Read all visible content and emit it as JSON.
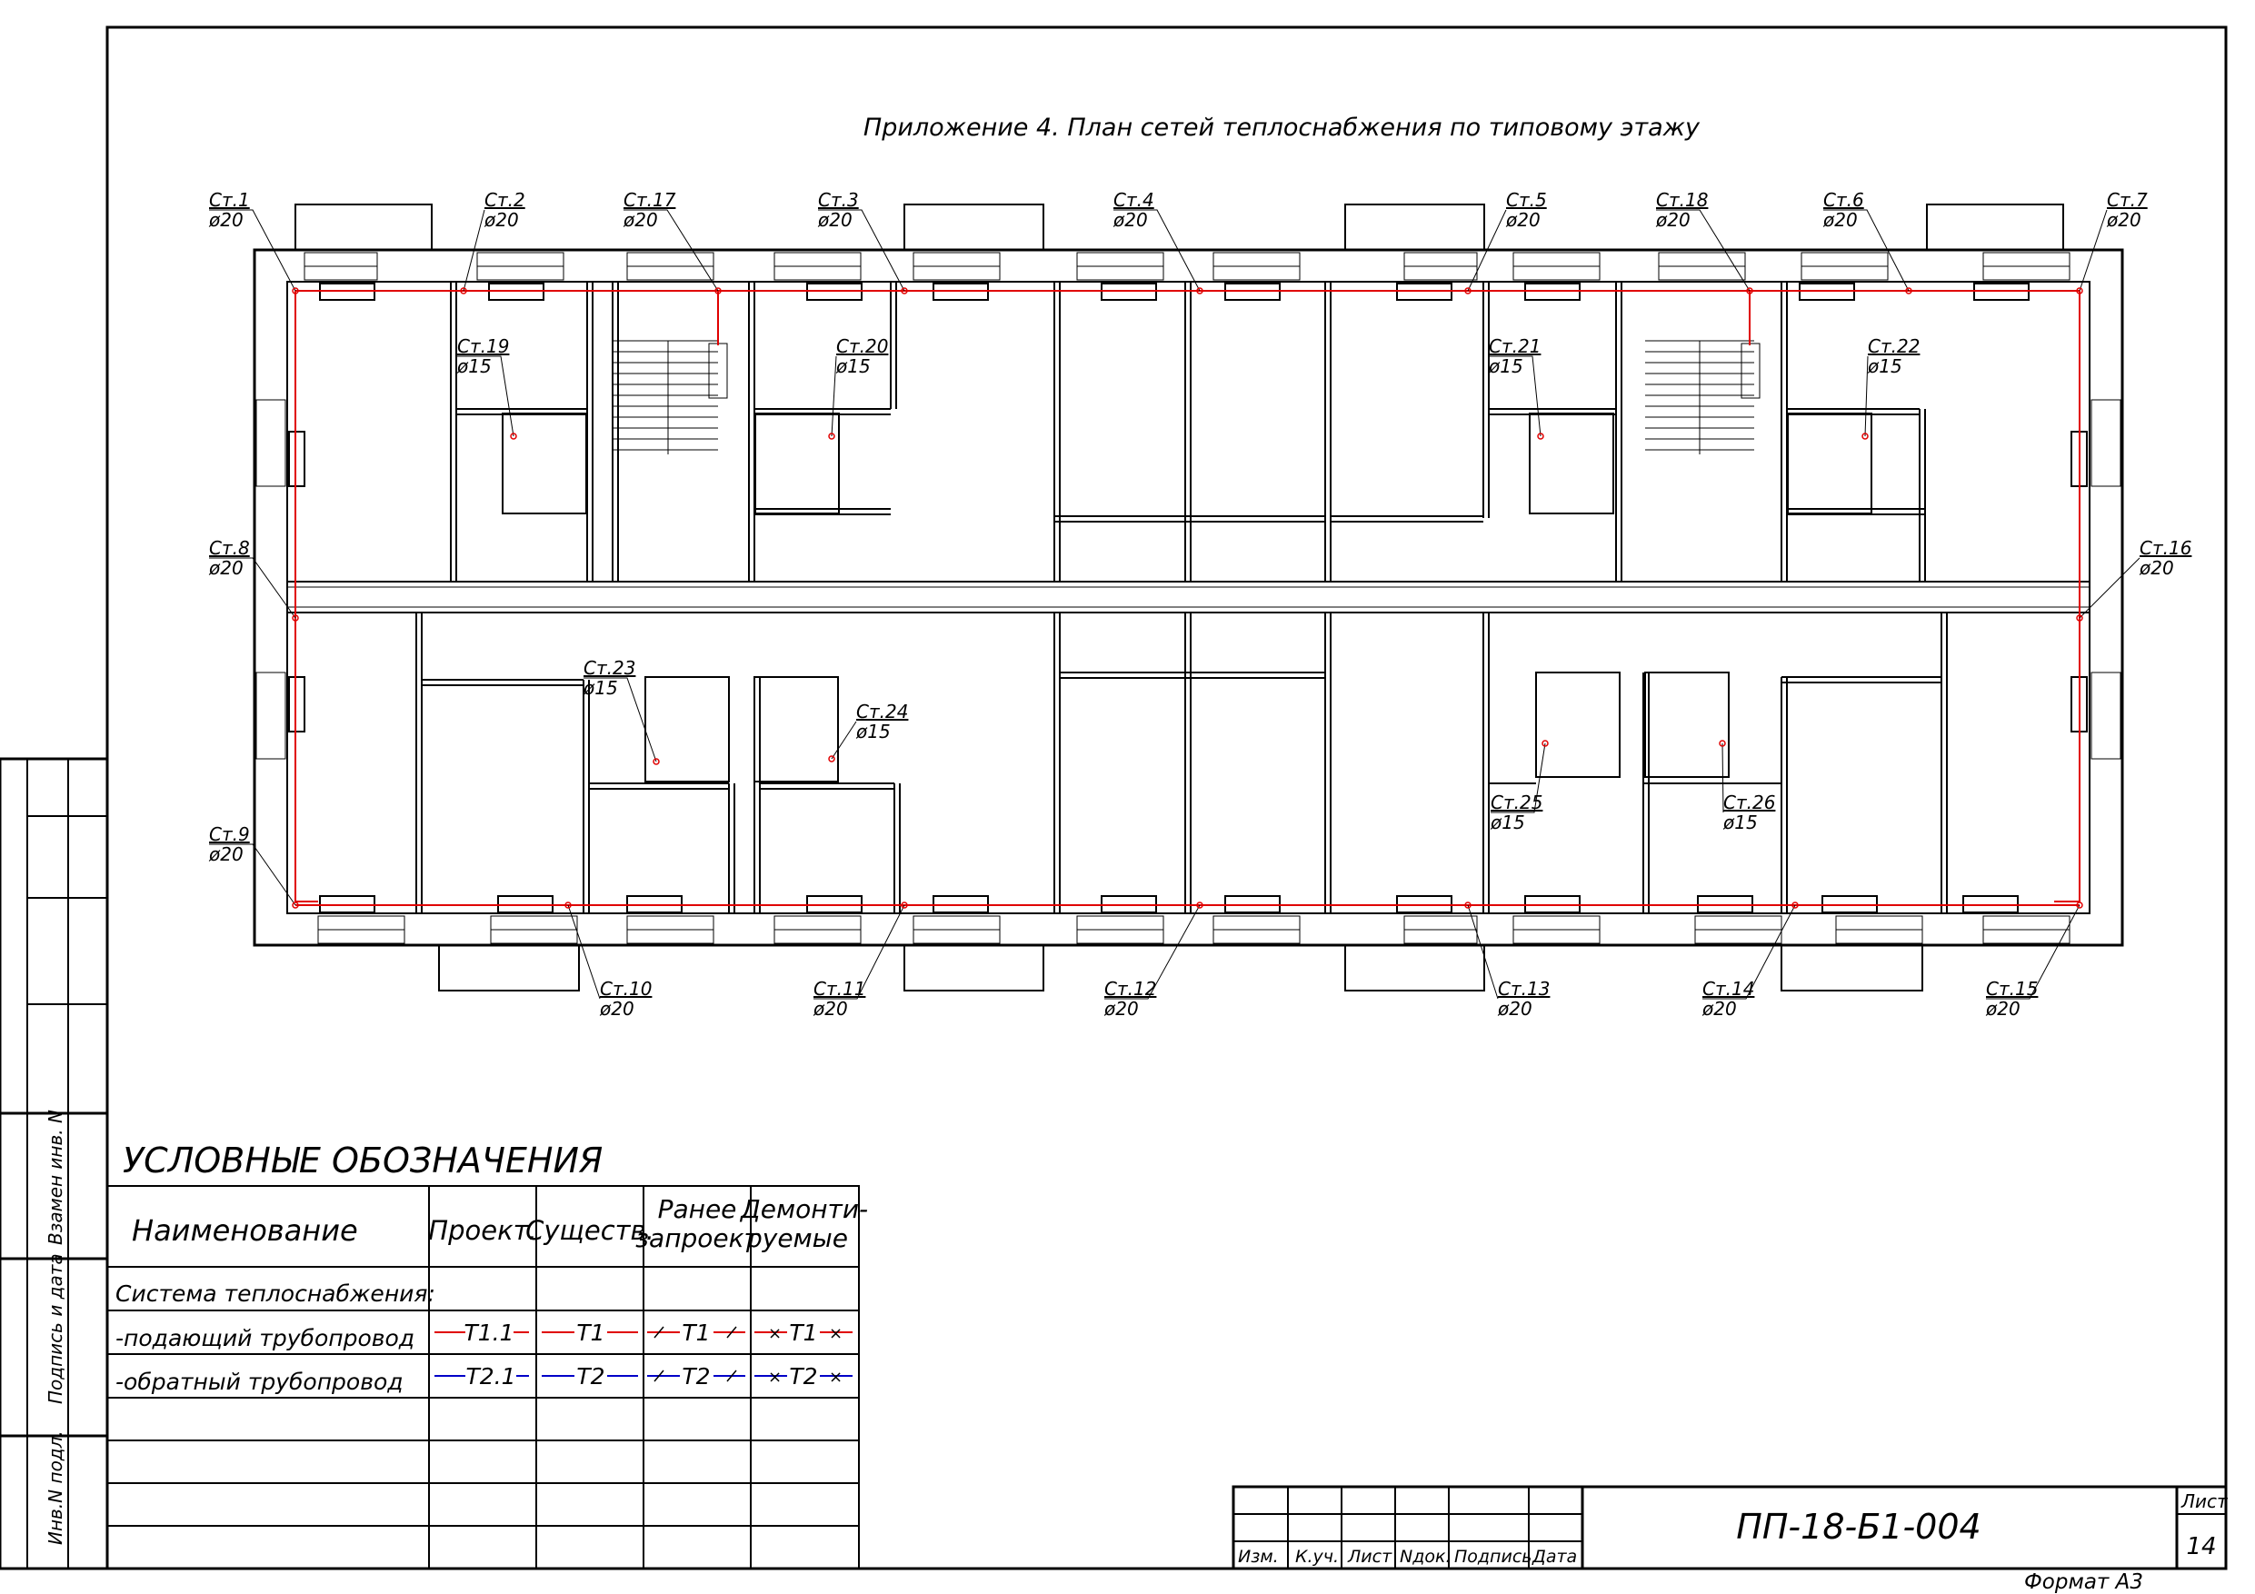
{
  "title": "Приложение 4. План сетей теплоснабжения по типовому этажу",
  "risers": [
    {
      "label": "Ст.1",
      "dia": "ø20"
    },
    {
      "label": "Ст.2",
      "dia": "ø20"
    },
    {
      "label": "Ст.17",
      "dia": "ø20"
    },
    {
      "label": "Ст.3",
      "dia": "ø20"
    },
    {
      "label": "Ст.4",
      "dia": "ø20"
    },
    {
      "label": "Ст.5",
      "dia": "ø20"
    },
    {
      "label": "Ст.18",
      "dia": "ø20"
    },
    {
      "label": "Ст.6",
      "dia": "ø20"
    },
    {
      "label": "Ст.7",
      "dia": "ø20"
    },
    {
      "label": "Ст.19",
      "dia": "ø15"
    },
    {
      "label": "Ст.20",
      "dia": "ø15"
    },
    {
      "label": "Ст.21",
      "dia": "ø15"
    },
    {
      "label": "Ст.22",
      "dia": "ø15"
    },
    {
      "label": "Ст.8",
      "dia": "ø20"
    },
    {
      "label": "Ст.16",
      "dia": "ø20"
    },
    {
      "label": "Ст.23",
      "dia": "ø15"
    },
    {
      "label": "Ст.24",
      "dia": "ø15"
    },
    {
      "label": "Ст.25",
      "dia": "ø15"
    },
    {
      "label": "Ст.26",
      "dia": "ø15"
    },
    {
      "label": "Ст.9",
      "dia": "ø20"
    },
    {
      "label": "Ст.10",
      "dia": "ø20"
    },
    {
      "label": "Ст.11",
      "dia": "ø20"
    },
    {
      "label": "Ст.12",
      "dia": "ø20"
    },
    {
      "label": "Ст.13",
      "dia": "ø20"
    },
    {
      "label": "Ст.14",
      "dia": "ø20"
    },
    {
      "label": "Ст.15",
      "dia": "ø20"
    }
  ],
  "legend": {
    "heading": "УСЛОВНЫЕ ОБОЗНАЧЕНИЯ",
    "col_name": "Наименование",
    "col_proj": "Проект.",
    "col_exist": "Существ.",
    "col_earlier_1": "Ранее",
    "col_earlier_2": "запроект",
    "col_dem_1": "Демонти-",
    "col_dem_2": "руемые",
    "row_system": "Система теплоснабжения:",
    "row_supply": "-подающий трубопровод",
    "row_return": "-обратный трубопровод",
    "supply": {
      "proj": "T1.1",
      "exist": "T1",
      "earlier": "T1",
      "dem": "T1"
    },
    "return": {
      "proj": "T2.1",
      "exist": "T2",
      "earlier": "T2",
      "dem": "T2"
    },
    "colors": {
      "supply": "#e00000",
      "return": "#0000c8"
    }
  },
  "side_stamp": {
    "replace": "Взамен инв. N",
    "sign_date": "Подпись и дата",
    "inv": "Инв.N подл."
  },
  "stamp": {
    "izm": "Изм.",
    "kuch": "К.уч.",
    "list": "Лист",
    "ndok": "Nдок.",
    "podpis": "Подпись",
    "data": "Дата",
    "code": "ПП-18-Б1-004",
    "sheet_label": "Лист",
    "sheet_no": "14",
    "format": "Формат А3"
  }
}
